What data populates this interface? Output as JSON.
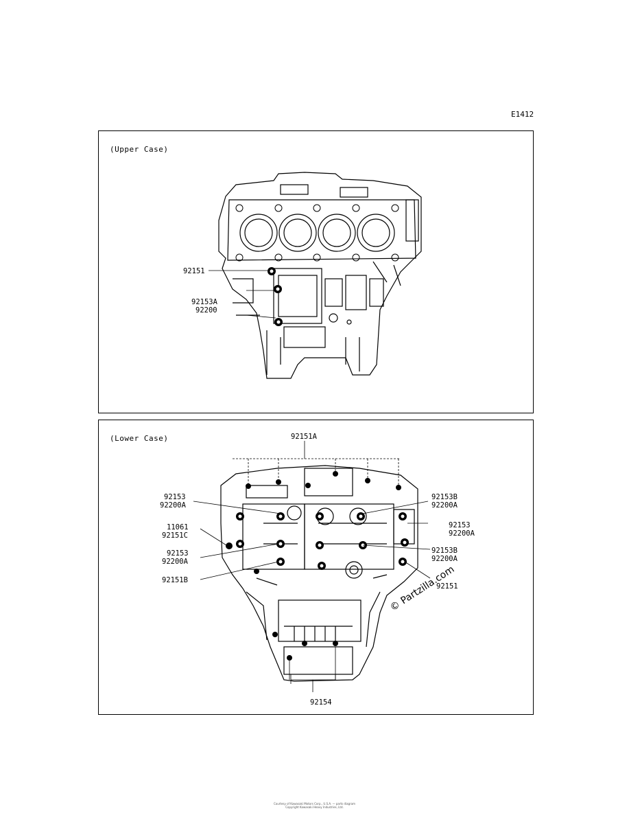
{
  "diagram_code": "E1412",
  "upper": {
    "title": "(Upper Case)",
    "labels": [
      "92151",
      "92153A",
      "92200"
    ]
  },
  "lower": {
    "title": "(Lower Case)",
    "labels": {
      "top": "92151A",
      "left1a": "92153",
      "left1b": "92200A",
      "left2a": "11061",
      "left2b": "92151C",
      "left3a": "92153",
      "left3b": "92200A",
      "left4": "92151B",
      "right1a": "92153B",
      "right1b": "92200A",
      "right2a": "92153",
      "right2b": "92200A",
      "right3a": "92153B",
      "right3b": "92200A",
      "right4": "92151",
      "bottom": "92154"
    }
  },
  "watermark": "© Partzilla.com",
  "footer": {
    "line1": "Courtesy of Kawasaki Motors Corp., U.S.A. — parts diagram",
    "line2": "Copyright Kawasaki Heavy Industries, Ltd."
  }
}
